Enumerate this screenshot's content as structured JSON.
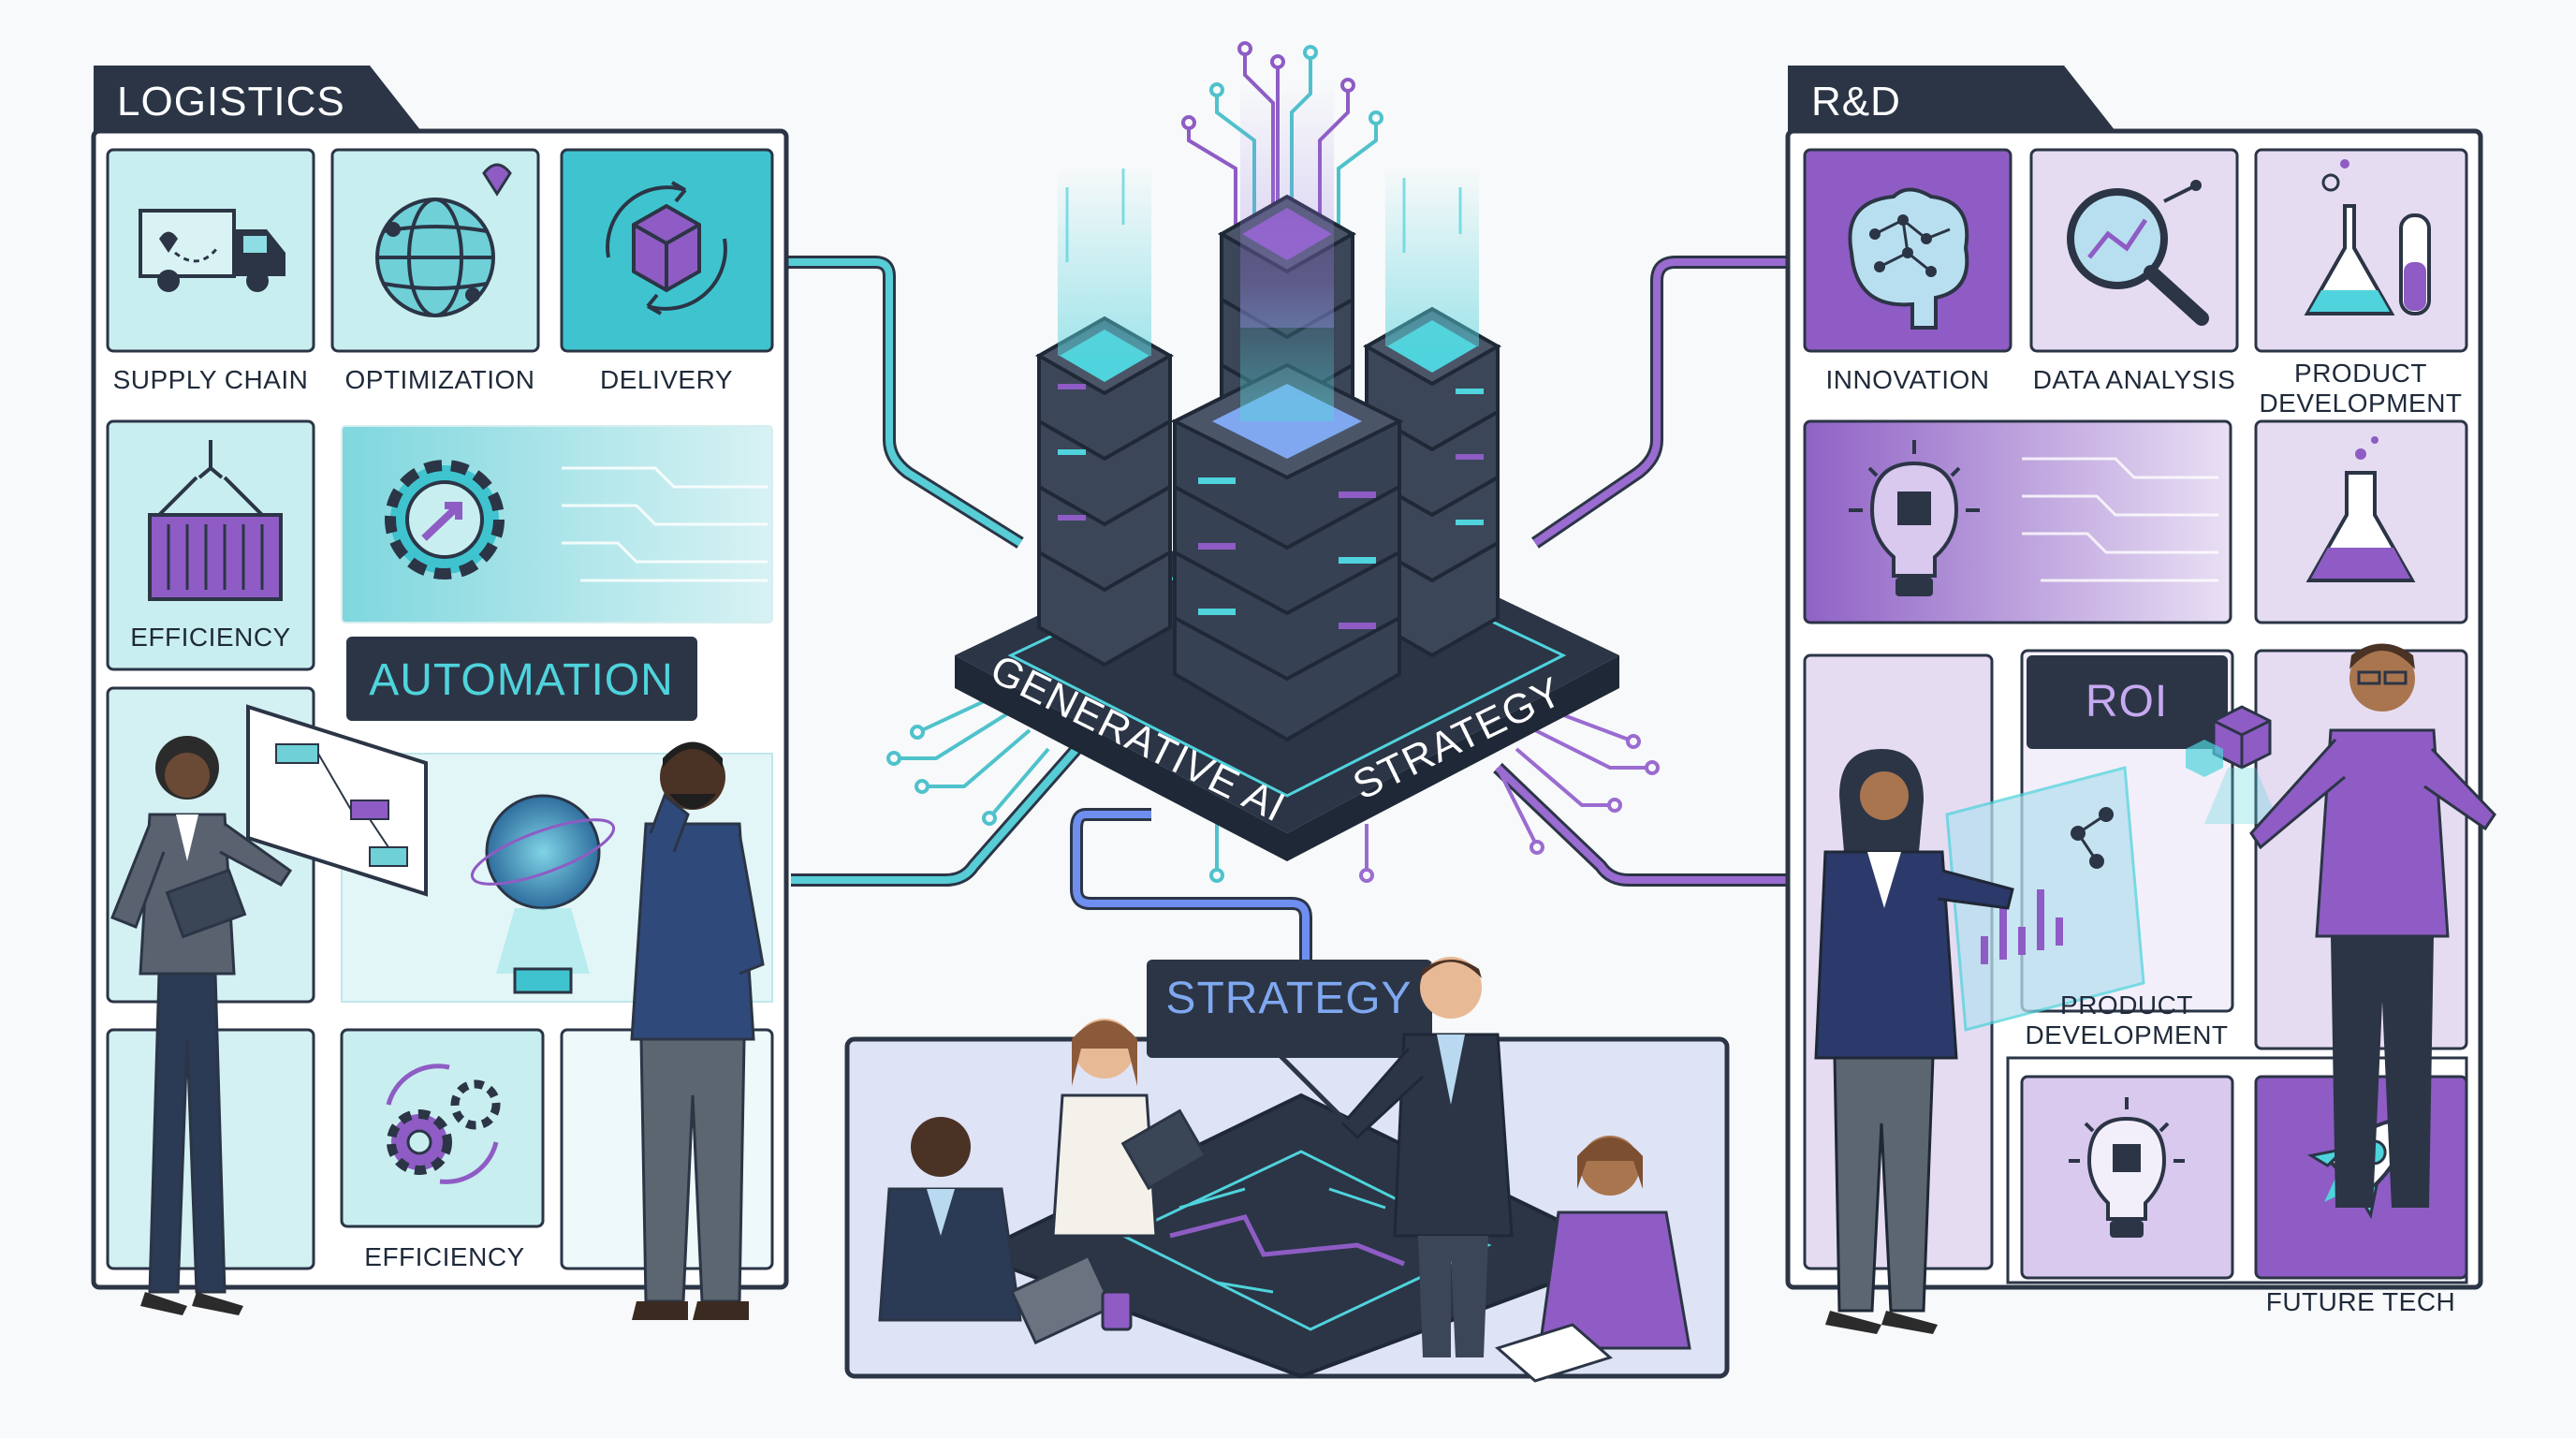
{
  "colors": {
    "navy": "#2b3546",
    "teal": "#3fc4cf",
    "teal_light": "#c9eef0",
    "purple": "#8e5cc4",
    "purple_light": "#e6dcf2",
    "background": "#f7f9fa"
  },
  "logistics": {
    "header": "LOGISTICS",
    "tiles": [
      {
        "label": "SUPPLY CHAIN",
        "icon": "truck-icon"
      },
      {
        "label": "OPTIMIZATION",
        "icon": "globe-network-icon"
      },
      {
        "label": "DELIVERY",
        "icon": "package-cycle-icon"
      },
      {
        "label": "EFFICIENCY",
        "icon": "shipping-container-icon"
      },
      {
        "label": "AUTOMATION",
        "icon": "gear-arrow-icon"
      },
      {
        "label": "EFFICIENCY",
        "icon": "gears-cycle-icon"
      }
    ]
  },
  "hub": {
    "label_left": "GENERATIVE AI",
    "label_right": "STRATEGY",
    "icon": "server-stack-icon"
  },
  "strategy": {
    "header": "STRATEGY"
  },
  "rnd": {
    "header": "R&D",
    "tiles": [
      {
        "label": "INNOVATION",
        "icon": "brain-circuit-icon"
      },
      {
        "label": "DATA ANALYSIS",
        "icon": "magnifier-chart-icon"
      },
      {
        "label": "PRODUCT DEVELOPMENT",
        "line1": "PRODUCT",
        "line2": "DEVELOPMENT",
        "icon": "lab-flasks-icon"
      },
      {
        "label": "",
        "icon": "chip-lightbulb-icon"
      },
      {
        "label": "",
        "icon": "flask-icon"
      },
      {
        "label": "ROI",
        "icon": "hologram-cube-icon"
      },
      {
        "label": "PRODUCT DEVELOPMENT",
        "line1": "PRODUCT",
        "line2": "DEVELOPMENT",
        "icon": "hologram-chart-icon"
      },
      {
        "label": "",
        "icon": "chip-lightbulb-icon"
      },
      {
        "label": "FUTURE TECH",
        "icon": "rocket-icon"
      }
    ]
  }
}
